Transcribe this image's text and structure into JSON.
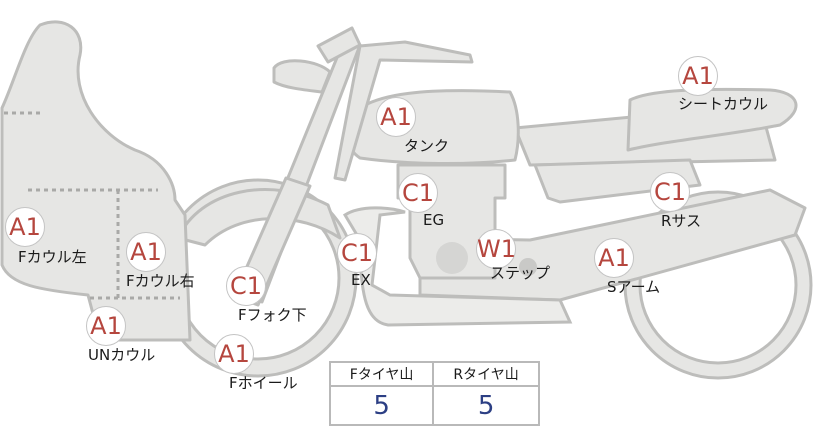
{
  "diagram": {
    "grades": {
      "f_cowl_left": "A1",
      "f_cowl_right": "A1",
      "un_cowl": "A1",
      "f_fork_lower": "C1",
      "f_wheel": "A1",
      "tank": "A1",
      "engine": "C1",
      "exhaust": "C1",
      "step": "W1",
      "swing_arm": "A1",
      "rear_suspension": "C1",
      "seat_cowl": "A1"
    },
    "labels": {
      "f_cowl_left": "Fカウル左",
      "f_cowl_right": "Fカウル右",
      "un_cowl": "UNカウル",
      "f_fork_lower": "Fフォク下",
      "f_wheel": "Fホイール",
      "tank": "タンク",
      "engine": "EG",
      "exhaust": "EX",
      "step": "ステップ",
      "swing_arm": "Sアーム",
      "rear_suspension": "Rサス",
      "seat_cowl": "シートカウル"
    },
    "colors": {
      "grade_text": "#b5463e",
      "tire_value": "#2c3f84",
      "part_fill": "#e6e6e4"
    }
  },
  "tire_table": {
    "headers": [
      "Fタイヤ山",
      "Rタイヤ山"
    ],
    "values": [
      "5",
      "5"
    ]
  }
}
